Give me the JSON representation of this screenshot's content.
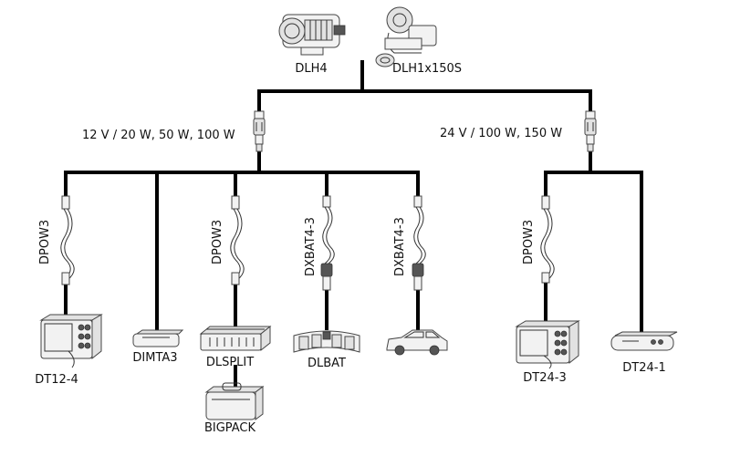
{
  "lamps": {
    "left": "DLH4",
    "right": "DLH1x150S"
  },
  "branches": {
    "left_spec": "12 V / 20 W, 50 W, 100 W",
    "right_spec": "24 V / 100 W, 150 W"
  },
  "cables": {
    "c1": "DPOW3",
    "c2": "DPOW3",
    "c3": "DXBAT4-3",
    "c4": "DXBAT4-3",
    "c5": "DPOW3"
  },
  "devices": {
    "dt12": "DT12-4",
    "dimta": "DIMTA3",
    "dlsplit": "DLSPLIT",
    "bigpack": "BIGPACK",
    "dlbat": "DLBAT",
    "dt24_3": "DT24-3",
    "dt24_1": "DT24-1"
  },
  "icons": [
    "dlh4-lamp-icon",
    "dlh1x150s-lamp-icon",
    "connector-icon",
    "cable-coil-icon",
    "power-supply-icon",
    "dimmer-box-icon",
    "splitter-icon",
    "battery-pack-icon",
    "battery-belt-icon",
    "car-icon"
  ]
}
